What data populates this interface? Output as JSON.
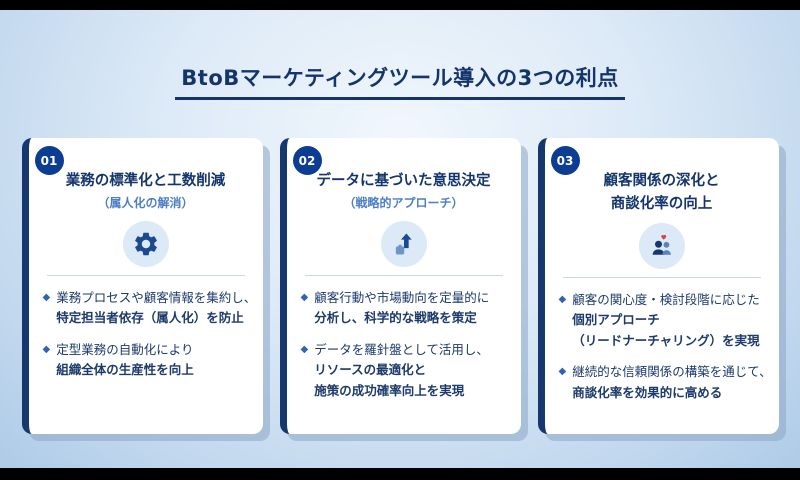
{
  "header": {
    "title": "BtoBマーケティングツール導入の3つの利点"
  },
  "ui": {
    "bullet_marker": "◆",
    "accent_navy": "#14356b",
    "badge_blue": "#0c3d92",
    "subtitle_blue": "#4d7ec5",
    "heart_red": "#d6453f"
  },
  "cards": [
    {
      "number": "01",
      "title": "業務の標準化と工数削減",
      "subtitle": "（属人化の解消）",
      "icon": "gear-icon",
      "bullets": [
        {
          "lines": [
            "業務プロセスや顧客情報を集約し、",
            "特定担当者依存（属人化）を防止"
          ]
        },
        {
          "lines": [
            "定型業務の自動化により",
            "組織全体の生産性を向上"
          ]
        }
      ]
    },
    {
      "number": "02",
      "title": "データに基づいた意思決定",
      "subtitle": "（戦略的アプローチ）",
      "icon": "growth-arrow-icon",
      "bullets": [
        {
          "lines": [
            "顧客行動や市場動向を定量的に",
            "分析し、科学的な戦略を策定"
          ]
        },
        {
          "lines": [
            "データを羅針盤として活用し、",
            "リソースの最適化と",
            "施策の成功確率向上を実現"
          ]
        }
      ]
    },
    {
      "number": "03",
      "title": "顧客関係の深化と",
      "title2": "商談化率の向上",
      "icon": "relationship-icon",
      "bullets": [
        {
          "lines": [
            "顧客の関心度・検討段階に応じた",
            "個別アプローチ",
            "（リードナーチャリング）を実現"
          ]
        },
        {
          "lines": [
            "継続的な信頼関係の構築を通じて、",
            "商談化率を効果的に高める"
          ]
        }
      ]
    }
  ]
}
